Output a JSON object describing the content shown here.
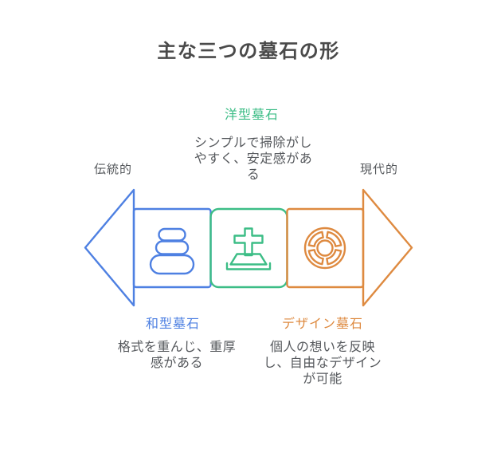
{
  "title": "主な三つの墓石の形",
  "spectrum": {
    "left_label": "伝統的",
    "right_label": "現代的"
  },
  "items": [
    {
      "label": "和型墓石",
      "description": "格式を重んじ、重厚感がある",
      "color": "#4e80e2",
      "icon": "stacked-stones-icon"
    },
    {
      "label": "洋型墓石",
      "description": "シンプルで掃除がしやすく、安定感がある",
      "color": "#3cbd86",
      "icon": "cross-gravestone-icon"
    },
    {
      "label": "デザイン墓石",
      "description": "個人の想いを反映し、自由なデザインが可能",
      "color": "#de8a40",
      "icon": "design-wheel-icon"
    }
  ],
  "colors": {
    "blue": "#4e80e2",
    "green": "#3cbd86",
    "orange": "#de8a40",
    "title_text": "#4a4a4a",
    "body_text": "#55585c",
    "background": "#ffffff"
  }
}
